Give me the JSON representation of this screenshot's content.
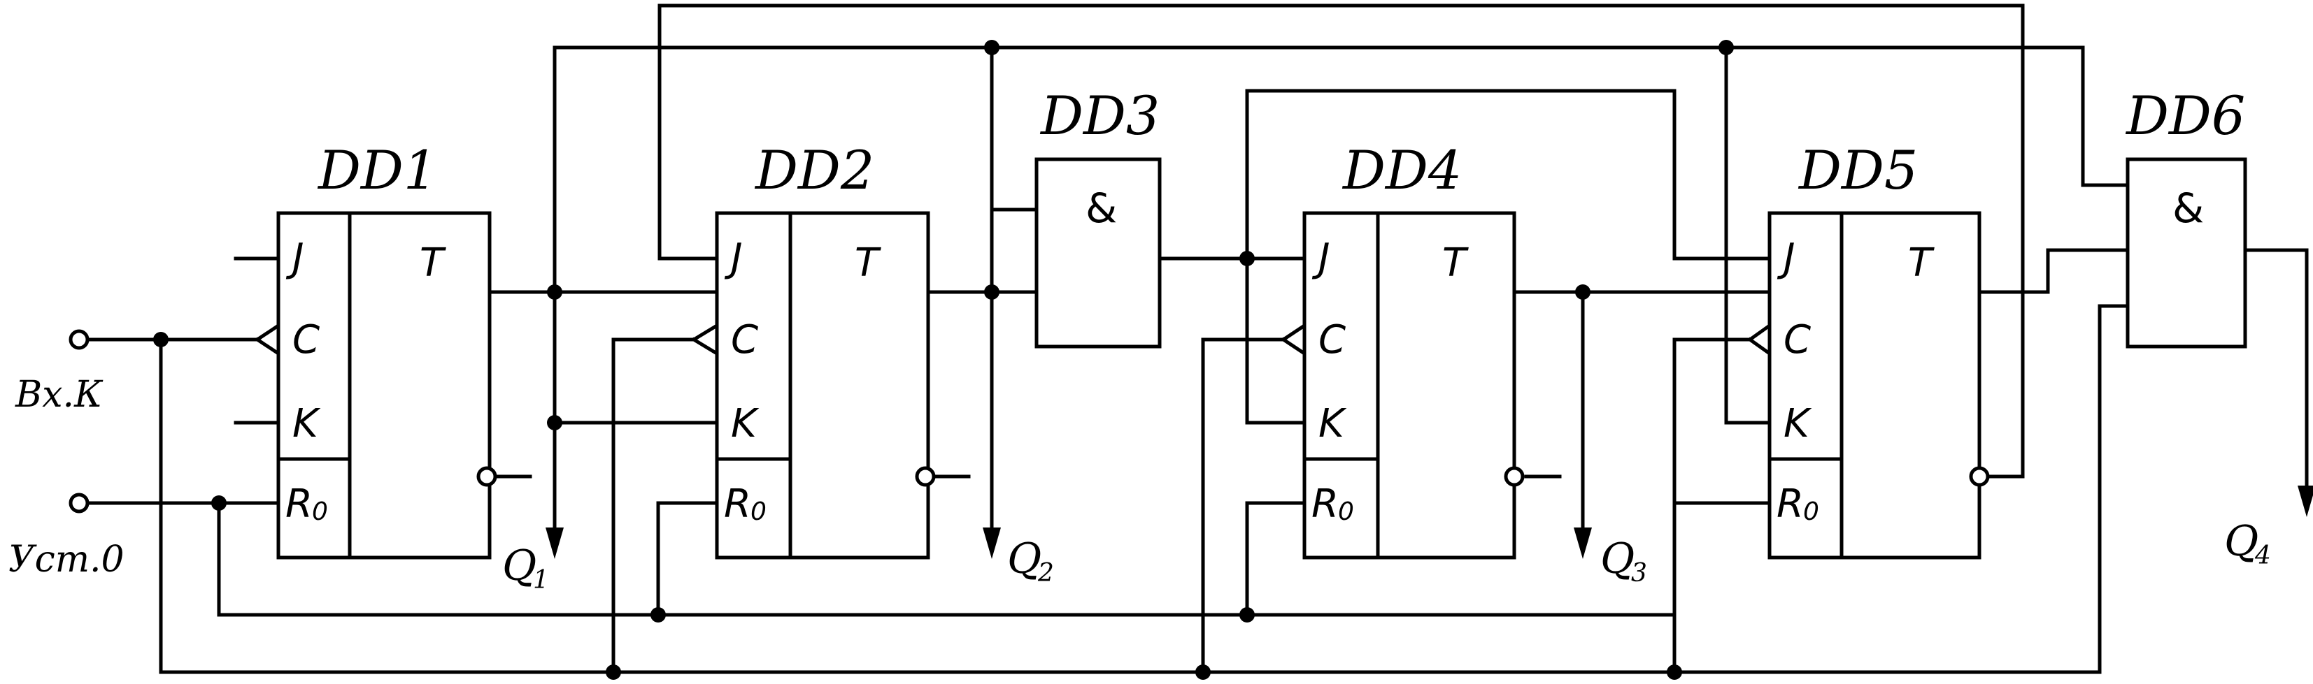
{
  "diagram": {
    "flip_flops": [
      {
        "label": "DD1",
        "type_label": "T",
        "pins": {
          "j": "J",
          "c": "C",
          "k": "K",
          "r": "R",
          "r_sub": "0"
        }
      },
      {
        "label": "DD2",
        "type_label": "T",
        "pins": {
          "j": "J",
          "c": "C",
          "k": "K",
          "r": "R",
          "r_sub": "0"
        }
      },
      {
        "label": "DD4",
        "type_label": "T",
        "pins": {
          "j": "J",
          "c": "C",
          "k": "K",
          "r": "R",
          "r_sub": "0"
        }
      },
      {
        "label": "DD5",
        "type_label": "T",
        "pins": {
          "j": "J",
          "c": "C",
          "k": "K",
          "r": "R",
          "r_sub": "0"
        }
      }
    ],
    "gates": [
      {
        "label": "DD3",
        "symbol": "&"
      },
      {
        "label": "DD6",
        "symbol": "&"
      }
    ],
    "inputs": [
      {
        "label": "Вх.К"
      },
      {
        "label": "Уст.0"
      }
    ],
    "outputs": [
      {
        "letter": "Q",
        "index": "1"
      },
      {
        "letter": "Q",
        "index": "2"
      },
      {
        "letter": "Q",
        "index": "3"
      },
      {
        "letter": "Q",
        "index": "4"
      }
    ]
  }
}
